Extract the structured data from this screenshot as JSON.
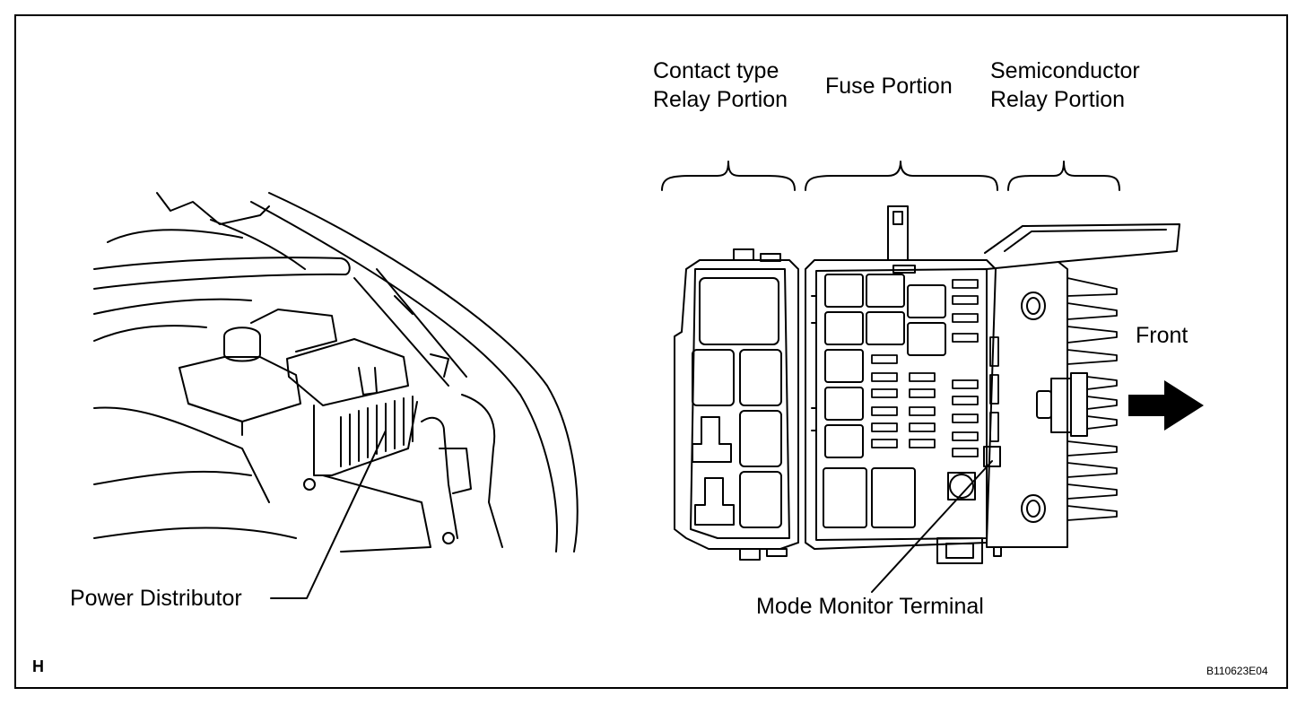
{
  "labels": {
    "contact_relay": [
      "Contact type",
      "Relay Portion"
    ],
    "fuse": "Fuse Portion",
    "semiconductor_relay": [
      "Semiconductor",
      "Relay Portion"
    ],
    "front": "Front",
    "power_distributor": "Power Distributor",
    "mode_monitor": "Mode Monitor Terminal"
  },
  "corner_mark": "H",
  "figure_code": "B110623E04",
  "colors": {
    "ink": "#000000",
    "paper": "#ffffff"
  }
}
